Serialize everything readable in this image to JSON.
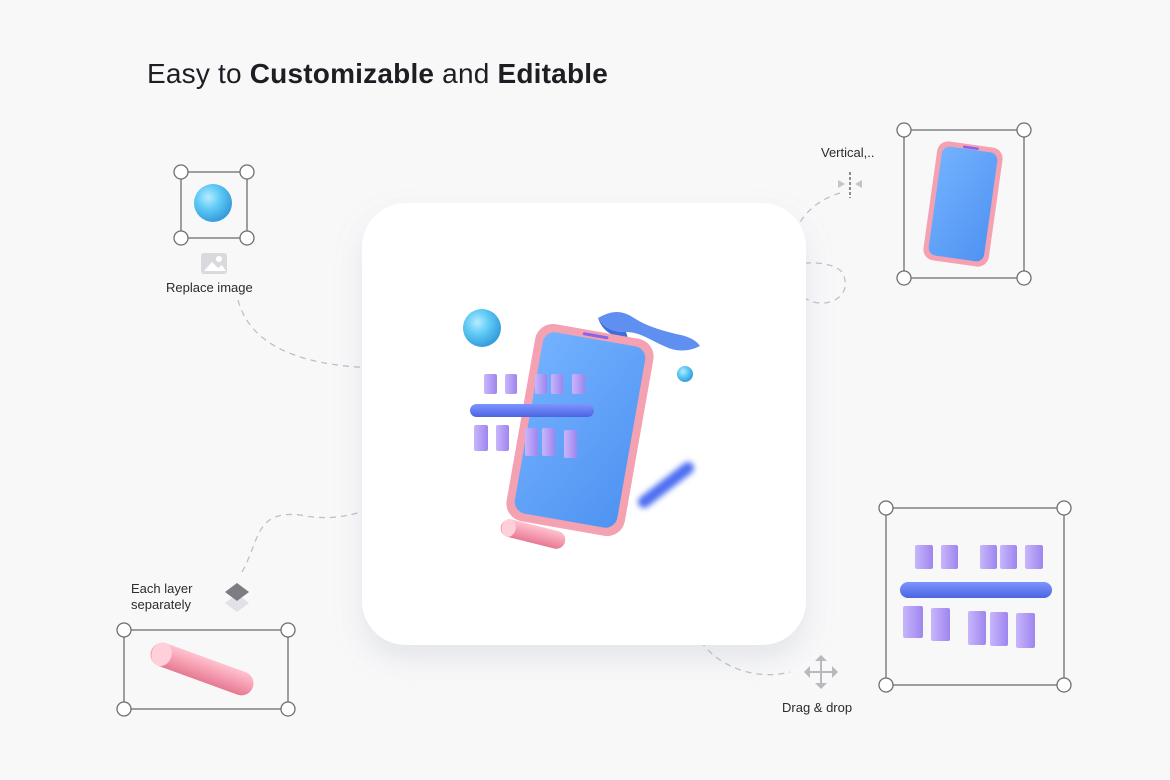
{
  "headline": {
    "part1": "Easy to ",
    "part2": "Customizable",
    "part3": " and ",
    "part4": "Editable"
  },
  "labels": {
    "replace_image": "Replace image",
    "vertical": "Vertical,..",
    "each_layer_line1": "Each layer",
    "each_layer_line2": "separately",
    "drag_drop": "Drag & drop"
  },
  "icons": {
    "replace_image": "image-icon",
    "vertical": "flip-vertical-icon",
    "layers": "layers-icon",
    "drag_drop": "move-arrows-icon"
  },
  "colors": {
    "background": "#f8f8f9",
    "card": "#ffffff",
    "phone_frame": "#f7a4b4",
    "phone_screen": "#62a6fb",
    "bar_blue": "#5b78f0",
    "block_purple": "#b49cf6",
    "sphere_cyan": "#58c6f5",
    "cylinder_pink": "#f49aae"
  }
}
